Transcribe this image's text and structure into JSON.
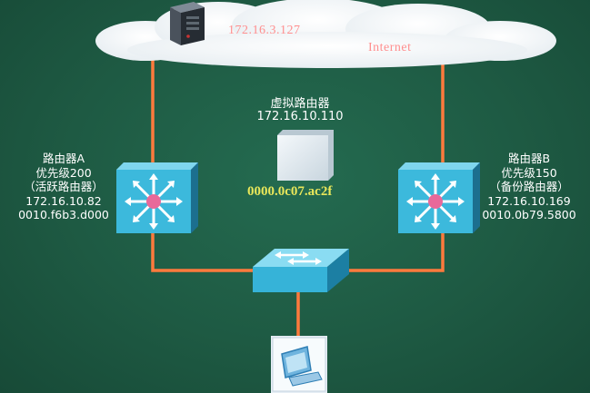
{
  "internet": {
    "ip": "172.16.3.127",
    "label": "Internet"
  },
  "virtual_router": {
    "title": "虚拟路由器",
    "ip": "172.16.10.110",
    "mac": "0000.0c07.ac2f"
  },
  "router_a": {
    "name": "路由器A",
    "priority": "优先级200",
    "role": "（活跃路由器）",
    "ip": "172.16.10.82",
    "mac": "0010.f6b3.d000"
  },
  "router_b": {
    "name": "路由器B",
    "priority": "优先级150",
    "role": "（备份路由器）",
    "ip": "172.16.10.169",
    "mac": "0010.0b79.5800"
  },
  "colors": {
    "link": "#ff7a3d",
    "device_blue": "#37b6d8",
    "mac_highlight": "#e9e75a",
    "cloud_text": "#ff8f8f"
  }
}
